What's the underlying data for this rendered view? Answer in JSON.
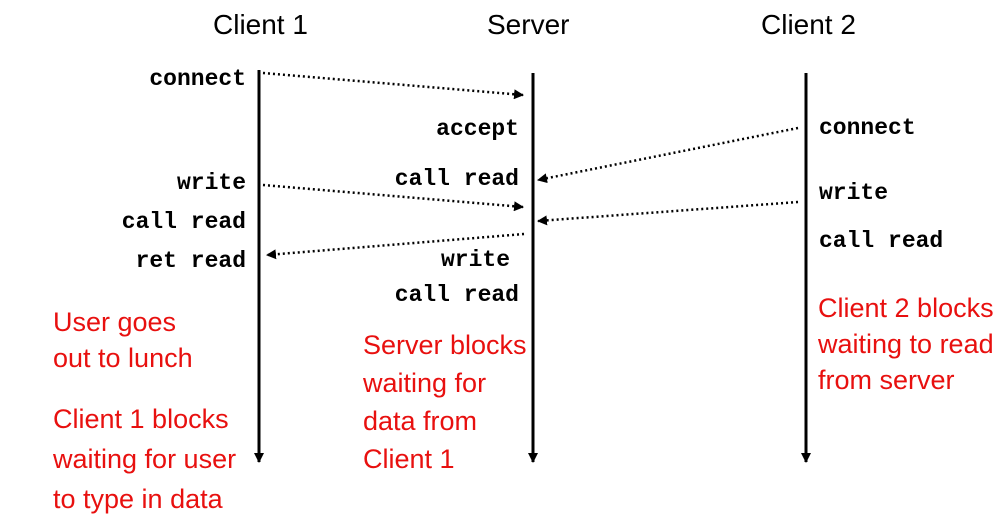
{
  "headers": {
    "client1": "Client 1",
    "server": "Server",
    "client2": "Client 2"
  },
  "client1": {
    "connect": "connect",
    "write": "write",
    "call_read": "call read",
    "ret_read": "ret read",
    "note_lunch": [
      "User goes",
      "out to lunch"
    ],
    "note_blocks": [
      "Client 1 blocks",
      "waiting for user",
      "to type in data"
    ]
  },
  "server": {
    "accept": "accept",
    "call_read_1": "call read",
    "write": "write",
    "call_read_2": "call read",
    "note_blocks": [
      "Server blocks",
      "waiting for",
      "data from",
      "Client 1"
    ]
  },
  "client2": {
    "connect": "connect",
    "write": "write",
    "call_read": "call read",
    "note_blocks": [
      "Client 2 blocks",
      "waiting to read",
      "from server"
    ]
  },
  "colors": {
    "note": "#e8100f",
    "line": "#000000"
  }
}
